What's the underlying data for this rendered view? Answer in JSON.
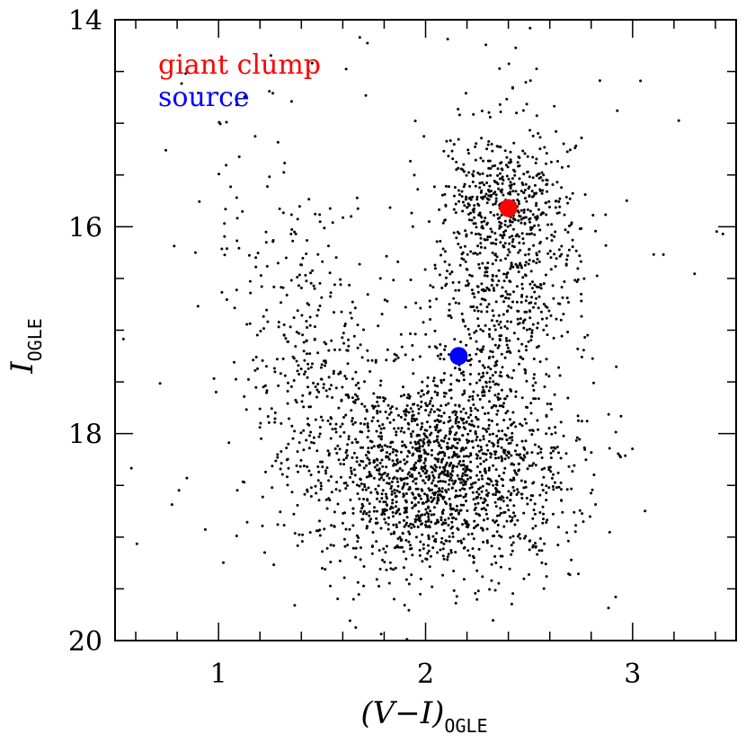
{
  "chart_data": {
    "type": "scatter",
    "xlabel": {
      "main": "(V−I)",
      "sub": "OGLE"
    },
    "ylabel": {
      "main": "I",
      "sub": "OGLE"
    },
    "xlim": [
      0.5,
      3.5
    ],
    "ylim": [
      20,
      14
    ],
    "y_inverted": true,
    "x_ticks": [
      "1",
      "2",
      "3"
    ],
    "y_ticks": [
      "14",
      "16",
      "18",
      "20"
    ],
    "grid": false,
    "legend": {
      "placement": "top-left",
      "entries": [
        {
          "label": "giant clump",
          "color": "#ff0000"
        },
        {
          "label": "source",
          "color": "#0000ff"
        }
      ]
    },
    "highlighted_points": [
      {
        "name": "giant clump",
        "x": 2.4,
        "y": 15.82,
        "color": "#ff0000"
      },
      {
        "name": "source",
        "x": 2.16,
        "y": 17.25,
        "color": "#0000ff"
      }
    ],
    "field_stars": {
      "description_count": 3000,
      "color": "#000000",
      "groups": [
        {
          "name": "main-sequence-turnoff",
          "n": 1700,
          "x_mean": 2.05,
          "x_sd": 0.32,
          "y_mean": 18.35,
          "y_sd": 0.5
        },
        {
          "name": "red-giant-branch",
          "n": 650,
          "x_mean": 2.38,
          "x_sd": 0.17,
          "y_mean": 16.5,
          "y_sd": 0.75
        },
        {
          "name": "red-clump",
          "n": 260,
          "x_mean": 2.35,
          "x_sd": 0.14,
          "y_mean": 15.75,
          "y_sd": 0.28
        },
        {
          "name": "disk-foreground",
          "n": 260,
          "x_mean": 1.42,
          "x_sd": 0.16,
          "y_mean": 17.0,
          "y_sd": 0.85
        },
        {
          "name": "scattered",
          "n": 220,
          "x_mean": 1.9,
          "x_sd": 0.75,
          "y_mean": 17.0,
          "y_sd": 1.6
        }
      ]
    }
  }
}
